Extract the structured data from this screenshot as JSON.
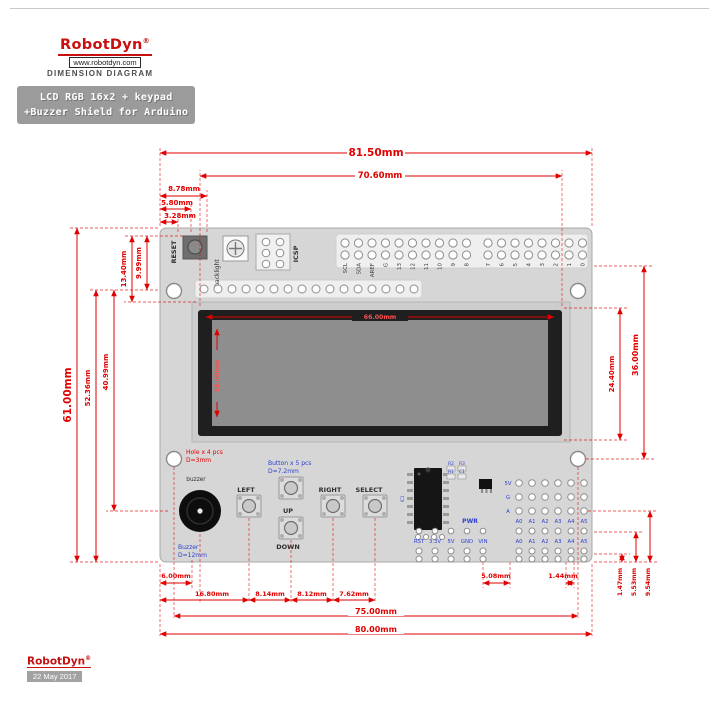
{
  "page": {
    "brand": "RobotDyn",
    "reg": "®",
    "website": "www.robotdyn.com",
    "doc_type": "DIMENSION DIAGRAM",
    "title_line1": "LCD RGB 16x2 + keypad",
    "title_line2": "+Buzzer Shield for Arduino",
    "footer_brand": "RobotDyn",
    "footer_date": "22 May 2017"
  },
  "colors": {
    "dimension_red": "#e10000",
    "note_blue": "#2b3fd0",
    "brand_red": "#c81010",
    "board_gray": "#d6d6d6",
    "badge_gray": "#9b9b9b",
    "lcd_bezel": "#1f1f1f",
    "lcd_screen": "#8e8e8e"
  },
  "board": {
    "top_pin_labels": [
      "SCL",
      "SDA",
      "AREF",
      "G",
      "13",
      "12",
      "11",
      "10",
      "9",
      "8",
      "7",
      "6",
      "5",
      "4",
      "3",
      "2",
      "1",
      "0"
    ],
    "reset_label": "RESET",
    "backlight_label": "backlight",
    "icsp_label": "ICSP",
    "buzzer_silk": "buzzer",
    "buzzer_note_1": "Buzzer",
    "buzzer_note_2": "D=12mm",
    "hole_note_1": "Hole x 4 pcs",
    "hole_note_2": "D=3mm",
    "button_note_1": "Button x 5 pcs",
    "button_note_2": "D=7.2mm",
    "button_labels": [
      "LEFT",
      "UP",
      "DOWN",
      "RIGHT",
      "SELECT"
    ],
    "pwr_label": "PWR",
    "power_pin_labels": [
      "RST",
      "3.3V",
      "5V",
      "GND",
      "VIN"
    ],
    "analog_row_labels": [
      "5V",
      "G",
      "A"
    ],
    "analog_col_labels": [
      "A0",
      "A1",
      "A2",
      "A3",
      "A4",
      "A5"
    ],
    "analog_header_labels": [
      "A0",
      "A1",
      "A2",
      "A3",
      "A4",
      "A5"
    ],
    "component_labels": [
      "R2",
      "R3",
      "R1",
      "C1"
    ],
    "ic_label": "IC1"
  },
  "dimensions": {
    "top_width": "81.50mm",
    "lcd_span": "70.60mm",
    "offset_a": "8.78mm",
    "offset_b": "5.80mm",
    "offset_c": "3.28mm",
    "left_height": "61.00mm",
    "left_b": "52.36mm",
    "left_c": "40.99mm",
    "left_d": "13.40mm",
    "left_e": "9.99mm",
    "right_a": "36.00mm",
    "right_b": "24.40mm",
    "br_a": "1.47mm",
    "br_b": "5.53mm",
    "br_c": "9.54mm",
    "bottom_a": "6.00mm",
    "bottom_b": "16.80mm",
    "bottom_c": "8.14mm",
    "bottom_d": "8.12mm",
    "bottom_e": "7.62mm",
    "bottom_f": "5.08mm",
    "bottom_g": "1.44mm",
    "bottom_holes": "75.00mm",
    "bottom_width": "80.00mm",
    "lcd_width": "66.00mm",
    "lcd_height": "16.40mm"
  }
}
